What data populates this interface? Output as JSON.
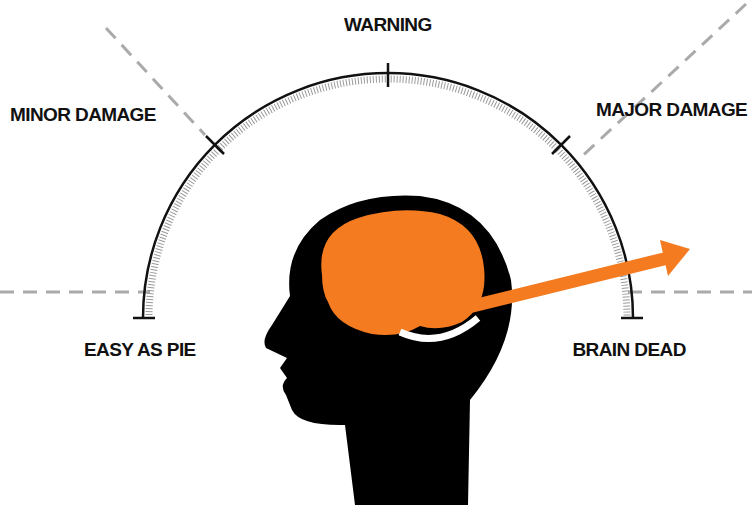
{
  "diagram": {
    "labels": [
      "WARNING",
      "MINOR DAMAGE",
      "MAJOR DAMAGE",
      "EASY AS PIE",
      "BRAIN DEAD"
    ]
  }
}
